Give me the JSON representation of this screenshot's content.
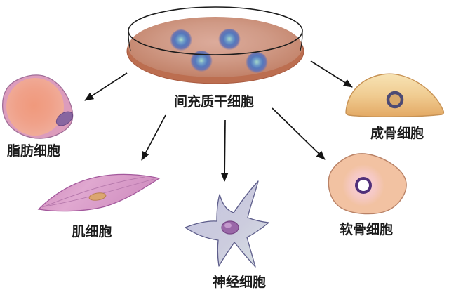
{
  "diagram": {
    "type": "stem-cell-differentiation",
    "background": "#ffffff",
    "source": {
      "label": "间充质干细胞",
      "container": "petri-dish",
      "stem_cell_count": 4
    },
    "derived_cells": [
      {
        "id": "adipocyte",
        "label": "脂肪细胞",
        "position": "top-left"
      },
      {
        "id": "myocyte",
        "label": "肌细胞",
        "position": "bottom-left"
      },
      {
        "id": "neuron",
        "label": "神经细胞",
        "position": "bottom-center"
      },
      {
        "id": "chondrocyte",
        "label": "软骨细胞",
        "position": "bottom-right"
      },
      {
        "id": "osteoblast",
        "label": "成骨细胞",
        "position": "top-right"
      }
    ],
    "arrows": [
      {
        "from": "间充质干细胞",
        "to": "脂肪细胞"
      },
      {
        "from": "间充质干细胞",
        "to": "肌细胞"
      },
      {
        "from": "间充质干细胞",
        "to": "神经细胞"
      },
      {
        "from": "间充质干细胞",
        "to": "软骨细胞"
      },
      {
        "from": "间充质干细胞",
        "to": "成骨细胞"
      }
    ],
    "colors": {
      "arrow": "#141414",
      "dish_rim_line": "#1c1c1c",
      "dish_medium": "#cf9680",
      "dish_lip": "#bc6e50",
      "stem_cell_core": "#a8dcca",
      "stem_cell_body": "#5578bc",
      "adipocyte_body": "#dc9cbc",
      "adipocyte_outline": "#a06e98",
      "adipocyte_droplet": "#f0a189",
      "adipocyte_nucleus": "#8866a0",
      "myocyte_body": "#d795c5",
      "myocyte_outline": "#a3589c",
      "myocyte_nucleus": "#dba670",
      "neuron_body": "#c4c4e0",
      "neuron_outline": "#5c5c8a",
      "neuron_nucleus": "#9a68a8",
      "chondrocyte_body": "#f2c2a2",
      "chondrocyte_outline": "#b98266",
      "chondrocyte_glow": "#fbd2e4",
      "chondrocyte_nucleus_ring": "#50307a",
      "chondrocyte_nucleus_fill": "#ffffff",
      "osteoblast_body": "#f0cc92",
      "osteoblast_outline": "#c79254",
      "osteoblast_nucleus_ring": "#4c4a74",
      "osteoblast_nucleus_fill": "#d8a86a"
    }
  }
}
